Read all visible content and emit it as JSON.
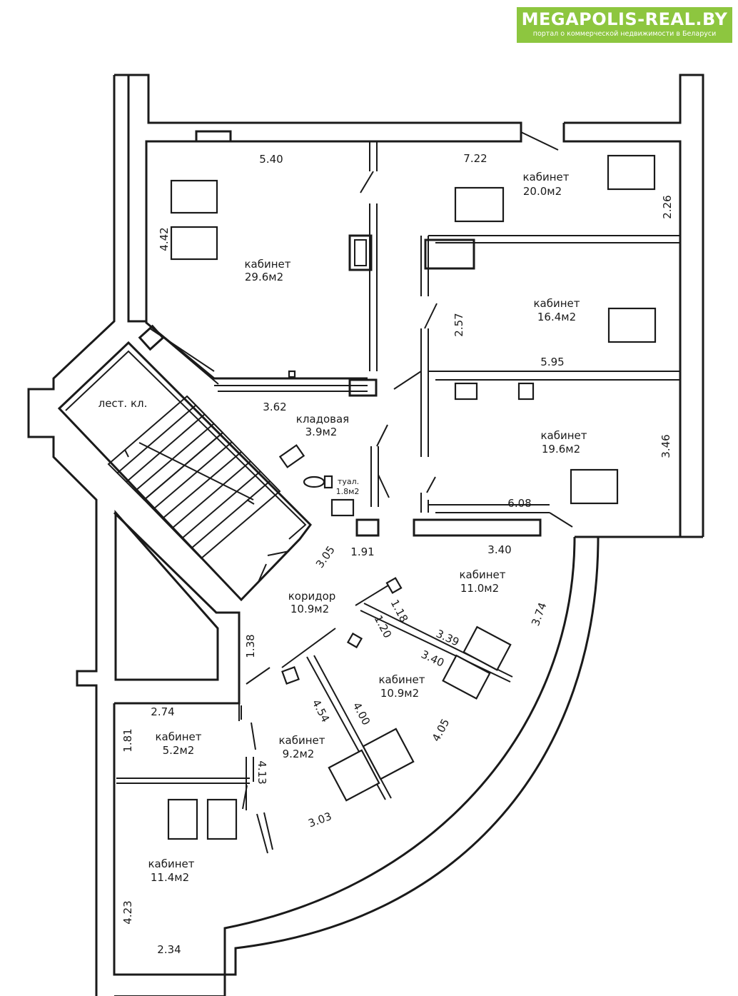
{
  "logo": {
    "title": "MEGAPOLIS-REAL.BY",
    "subtitle": "портал о коммерческой недвижимости в Беларуси",
    "color": "#8dc63f"
  },
  "rooms": [
    {
      "name": "кабинет",
      "area": "29.6м2"
    },
    {
      "name": "кабинет",
      "area": "20.0м2"
    },
    {
      "name": "кабинет",
      "area": "16.4м2"
    },
    {
      "name": "кабинет",
      "area": "19.6м2"
    },
    {
      "name": "кладовая",
      "area": "3.9м2"
    },
    {
      "name": "туал.",
      "area": "1.8м2"
    },
    {
      "name": "лест. кл.",
      "area": ""
    },
    {
      "name": "коридор",
      "area": "10.9м2"
    },
    {
      "name": "кабинет",
      "area": "11.0м2"
    },
    {
      "name": "кабинет",
      "area": "10.9м2"
    },
    {
      "name": "кабинет",
      "area": "9.2м2"
    },
    {
      "name": "кабинет",
      "area": "5.2м2"
    },
    {
      "name": "кабинет",
      "area": "11.4м2"
    }
  ],
  "dimensions": [
    "5.40",
    "7.22",
    "4.42",
    "2.26",
    "2.57",
    "5.95",
    "3.62",
    "3.46",
    "6.08",
    "3.05",
    "1.91",
    "3.40",
    "3.74",
    "1.18",
    "1.20",
    "3.39",
    "3.40",
    "1.38",
    "4.54",
    "4.00",
    "4.05",
    "2.74",
    "1.81",
    "4.13",
    "3.03",
    "4.23",
    "2.34"
  ]
}
